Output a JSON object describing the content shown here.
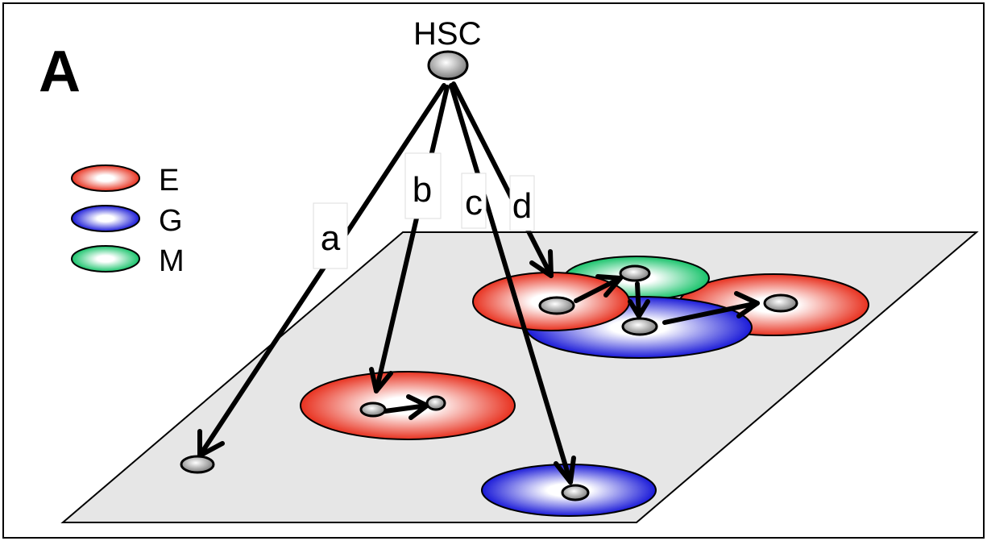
{
  "panel_label": "A",
  "root_label": "HSC",
  "legend": [
    {
      "key": "E",
      "color": "#e8311f"
    },
    {
      "key": "G",
      "color": "#1a1ad8"
    },
    {
      "key": "M",
      "color": "#17c36a"
    }
  ],
  "paths": [
    "a",
    "b",
    "c",
    "d"
  ],
  "colors": {
    "plane": "#e6e6e6",
    "cell": "#8a8a8a",
    "arrow": "#000000"
  }
}
